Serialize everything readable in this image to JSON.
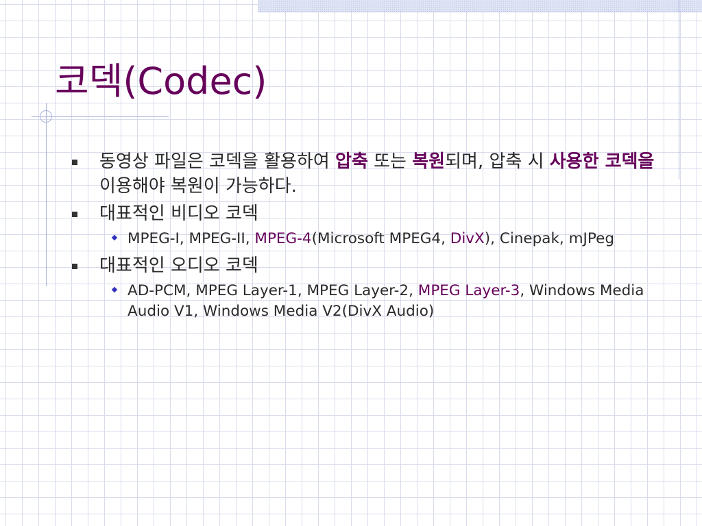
{
  "slide": {
    "title": "코덱(Codec)",
    "b1": {
      "p1": "동영상 파일은 코덱을 활용하여 ",
      "e1": "압축",
      "p2": " 또는 ",
      "e2": "복원",
      "p3": "되며, 압축 시 ",
      "e3": "사용한 코덱을",
      "p4": " 이용해야 복원이 가능하다."
    },
    "b2": {
      "text": "대표적인 비디오 코덱"
    },
    "b2a": {
      "p1": "MPEG-I, MPEG-II, ",
      "e1": "MPEG-4",
      "p2": "(Microsoft MPEG4, ",
      "e2": "DivX",
      "p3": "), Cinepak, mJPeg"
    },
    "b3": {
      "text": "대표적인 오디오 코덱"
    },
    "b3a": {
      "p1": "AD-PCM, MPEG Layer-1, MPEG Layer-2, ",
      "e1": "MPEG Layer-3",
      "p2": ", Windows Media Audio V1, Windows Media V2(DivX Audio)"
    }
  },
  "colors": {
    "title": "#66005a",
    "grid": "#d9dcec",
    "accent_line": "#a9b4dc",
    "sub_bullet": "#3333bb"
  }
}
